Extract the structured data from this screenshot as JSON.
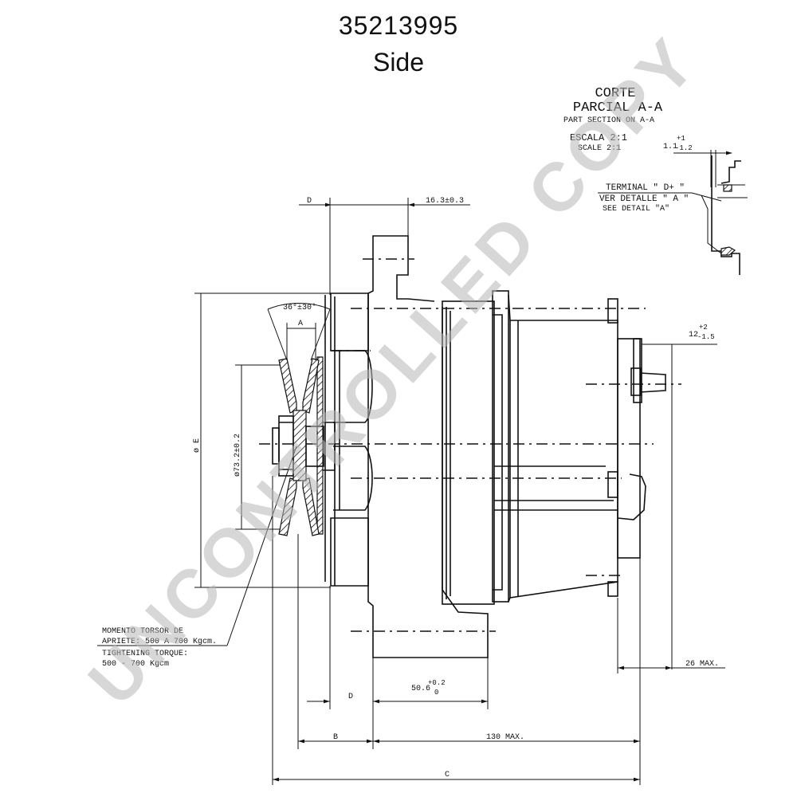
{
  "header": {
    "part_number": "35213995",
    "view": "Side"
  },
  "section_note": {
    "line1": "CORTE",
    "line2": "PARCIAL  A-A",
    "line3": "PART SECTION ON A-A",
    "scale_es": "ESCALA 2:1",
    "scale_en": "SCALE 2:1",
    "tol_base": "1.1",
    "tol_plus": "+1",
    "tol_minus": "-1.2"
  },
  "terminal_note": {
    "line1": "TERMINAL \" D+ \"",
    "line2": "VER DETALLE \" A \"",
    "line3": "SEE DETAIL \"A\""
  },
  "dimensions": {
    "d_top": "D",
    "top_offset": "16.3±0.3",
    "angle": "36°±30'",
    "a_label": "A",
    "diameter_e": "ø E",
    "pulley_dia": "ø73.2±0.2",
    "shaft_base": "12",
    "shaft_plus": "+2",
    "shaft_minus": "-1.5",
    "d_bottom": "D",
    "mount_base": "50.6",
    "mount_plus": "+0.2",
    "mount_minus": "0",
    "max_26": "26 MAX.",
    "b_label": "B",
    "max_130": "130 MAX.",
    "c_label": "C"
  },
  "torque_note": {
    "line1": "MOMENTO TORSOR DE",
    "line2": "APRIETE: 500 A 700 Kgcm.",
    "line3": "TIGHTENING TORQUE:",
    "line4": "500 - 700 Kgcm"
  },
  "watermark": "UNCONTROLLED COPY"
}
